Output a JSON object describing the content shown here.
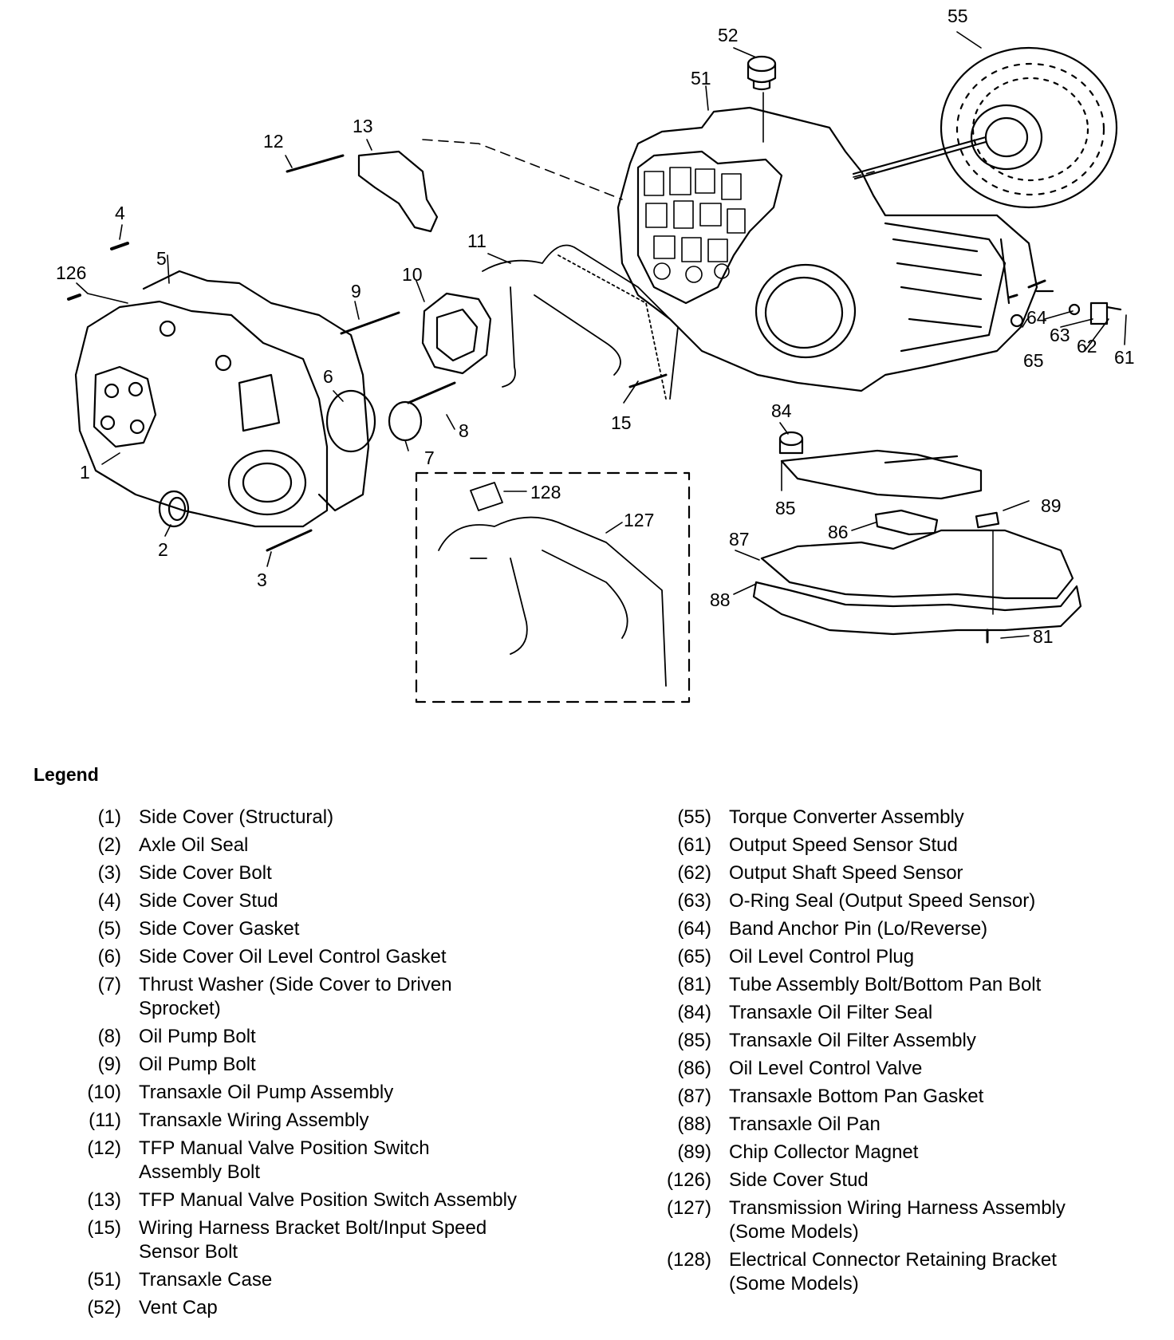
{
  "callouts": {
    "c1": "1",
    "c2": "2",
    "c3": "3",
    "c4": "4",
    "c5": "5",
    "c6": "6",
    "c7": "7",
    "c8": "8",
    "c9": "9",
    "c10": "10",
    "c11": "11",
    "c12": "12",
    "c13": "13",
    "c15": "15",
    "c51": "51",
    "c52": "52",
    "c55": "55",
    "c61": "61",
    "c62": "62",
    "c63": "63",
    "c64": "64",
    "c65": "65",
    "c81": "81",
    "c84": "84",
    "c85": "85",
    "c86": "86",
    "c87": "87",
    "c88": "88",
    "c89": "89",
    "c126": "126",
    "c127": "127",
    "c128": "128"
  },
  "legend": {
    "title": "Legend",
    "left": [
      {
        "num": "(1)",
        "desc": "Side Cover (Structural)"
      },
      {
        "num": "(2)",
        "desc": "Axle Oil Seal"
      },
      {
        "num": "(3)",
        "desc": "Side Cover Bolt"
      },
      {
        "num": "(4)",
        "desc": "Side Cover Stud"
      },
      {
        "num": "(5)",
        "desc": "Side Cover Gasket"
      },
      {
        "num": "(6)",
        "desc": "Side Cover Oil Level Control Gasket"
      },
      {
        "num": "(7)",
        "desc": "Thrust Washer (Side Cover to Driven\nSprocket)"
      },
      {
        "num": "(8)",
        "desc": "Oil Pump Bolt"
      },
      {
        "num": "(9)",
        "desc": "Oil Pump Bolt"
      },
      {
        "num": "(10)",
        "desc": "Transaxle Oil Pump Assembly"
      },
      {
        "num": "(11)",
        "desc": "Transaxle Wiring Assembly"
      },
      {
        "num": "(12)",
        "desc": "TFP Manual Valve Position Switch\nAssembly Bolt"
      },
      {
        "num": "(13)",
        "desc": "TFP Manual Valve Position Switch Assembly"
      },
      {
        "num": "(15)",
        "desc": "Wiring Harness Bracket Bolt/Input Speed\nSensor Bolt"
      },
      {
        "num": "(51)",
        "desc": "Transaxle Case"
      },
      {
        "num": "(52)",
        "desc": "Vent Cap"
      }
    ],
    "right": [
      {
        "num": "(55)",
        "desc": "Torque Converter Assembly"
      },
      {
        "num": "(61)",
        "desc": "Output Speed Sensor Stud"
      },
      {
        "num": "(62)",
        "desc": "Output Shaft Speed Sensor"
      },
      {
        "num": "(63)",
        "desc": "O-Ring Seal (Output Speed Sensor)"
      },
      {
        "num": "(64)",
        "desc": "Band Anchor Pin (Lo/Reverse)"
      },
      {
        "num": "(65)",
        "desc": "Oil Level Control Plug"
      },
      {
        "num": "(81)",
        "desc": "Tube Assembly Bolt/Bottom Pan Bolt"
      },
      {
        "num": "(84)",
        "desc": "Transaxle Oil Filter Seal"
      },
      {
        "num": "(85)",
        "desc": "Transaxle Oil Filter Assembly"
      },
      {
        "num": "(86)",
        "desc": "Oil Level Control Valve"
      },
      {
        "num": "(87)",
        "desc": "Transaxle Bottom Pan Gasket"
      },
      {
        "num": "(88)",
        "desc": "Transaxle Oil Pan"
      },
      {
        "num": "(89)",
        "desc": "Chip Collector Magnet"
      },
      {
        "num": "(126)",
        "desc": "Side Cover Stud"
      },
      {
        "num": "(127)",
        "desc": "Transmission Wiring Harness Assembly\n(Some Models)"
      },
      {
        "num": "(128)",
        "desc": "Electrical Connector Retaining Bracket\n(Some Models)"
      }
    ]
  }
}
